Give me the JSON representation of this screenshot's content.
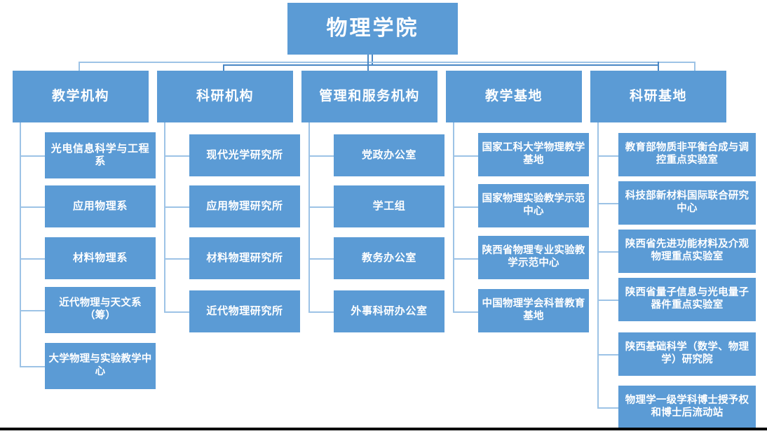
{
  "chart_data": {
    "type": "diagram",
    "title": "物理学院",
    "diagram_kind": "organization-chart",
    "orientation": "top-down",
    "levels": 3,
    "accent_color": "#5b9bd5",
    "connector_color": "#9dc3e6",
    "connector_color_dark": "#4a87c4",
    "text_color": "#ffffff",
    "background_color": "#ffffff",
    "rule_color": "#000000"
  },
  "root": {
    "label": "物理学院"
  },
  "columns": [
    {
      "id": "teaching-org",
      "header": "教学机构",
      "children": [
        "光电信息科学与工程系",
        "应用物理系",
        "材料物理系",
        "近代物理与天文系（筹）",
        "大学物理与实验教学中心"
      ]
    },
    {
      "id": "research-org",
      "header": "科研机构",
      "children": [
        "现代光学研究所",
        "应用物理研究所",
        "材料物理研究所",
        "近代物理研究所"
      ]
    },
    {
      "id": "admin-service-org",
      "header": "管理和服务机构",
      "children": [
        "党政办公室",
        "学工组",
        "教务办公室",
        "外事科研办公室"
      ]
    },
    {
      "id": "teaching-base",
      "header": "教学基地",
      "children": [
        "国家工科大学物理教学基地",
        "国家物理实验教学示范中心",
        "陕西省物理专业实验教学示范中心",
        "中国物理学会科普教育基地"
      ]
    },
    {
      "id": "research-base",
      "header": "科研基地",
      "children": [
        "教育部物质非平衡合成与调控重点实验室",
        "科技部新材料国际联合研究中心",
        "陕西省先进功能材料及介观物理重点实验室",
        "陕西省量子信息与光电量子器件重点实验室",
        "陕西基础科学（数学、物理学）研究院",
        "物理学一级学科博士授予权和博士后流动站"
      ]
    }
  ]
}
